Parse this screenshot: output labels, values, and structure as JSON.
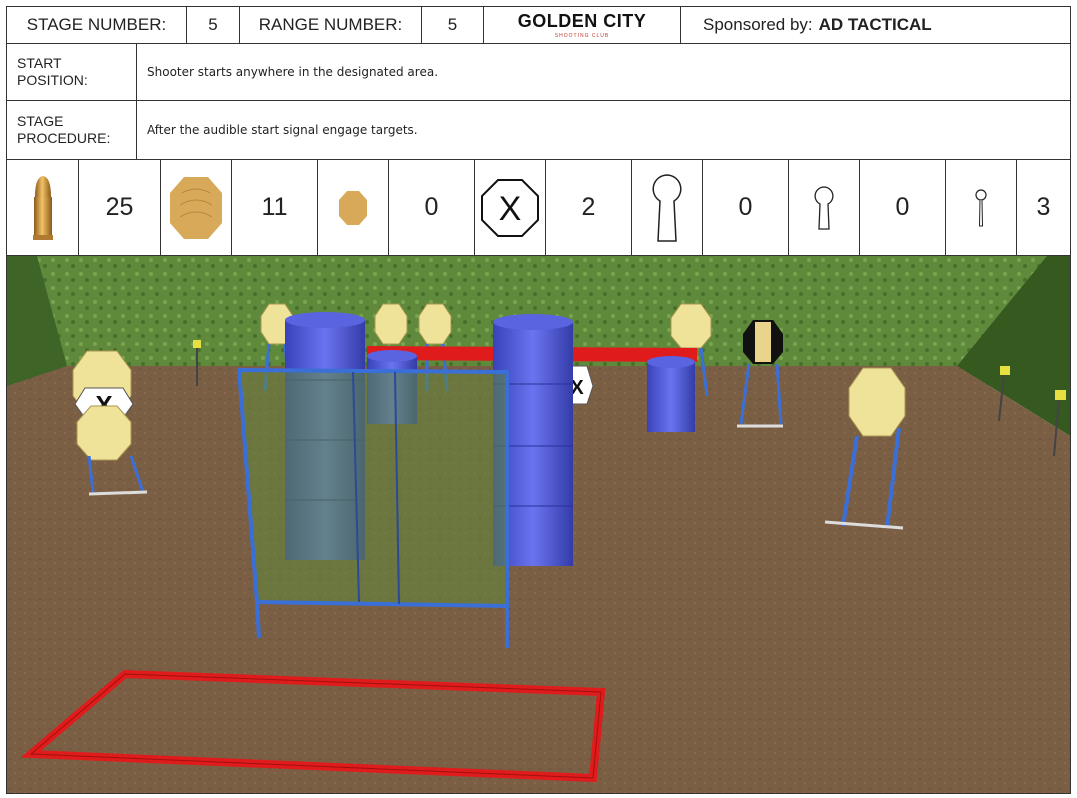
{
  "header": {
    "stage_label": "STAGE NUMBER:",
    "stage_value": "5",
    "range_label": "RANGE NUMBER:",
    "range_value": "5",
    "logo_text": "GOLDEN CITY",
    "logo_sub": "SHOOTING CLUB",
    "sponsor_prefix": "Sponsored by:",
    "sponsor_name": "AD TACTICAL"
  },
  "start_position": {
    "label_line1": "START",
    "label_line2": "POSITION:",
    "text": "Shooter starts anywhere in the designated area."
  },
  "stage_procedure": {
    "label_line1": "STAGE",
    "label_line2": "PROCEDURE:",
    "text": "After the audible start signal engage targets."
  },
  "counts": [
    {
      "icon": "bullet-icon",
      "value": "25"
    },
    {
      "icon": "large-octagon-target-icon",
      "value": "11"
    },
    {
      "icon": "small-octagon-target-icon",
      "value": "0"
    },
    {
      "icon": "no-shoot-target-icon",
      "value": "2"
    },
    {
      "icon": "large-keyhole-popper-icon",
      "value": "0"
    },
    {
      "icon": "medium-keyhole-popper-icon",
      "value": "0"
    },
    {
      "icon": "small-keyhole-popper-icon",
      "value": "3"
    }
  ],
  "colors": {
    "barrel": "#4a55d6",
    "target": "#e8d48a",
    "fault_line": "#e01b1b",
    "wall_frame": "#3a6fd8",
    "ground": "#7a5f44",
    "berm": "#5a7a3a"
  }
}
